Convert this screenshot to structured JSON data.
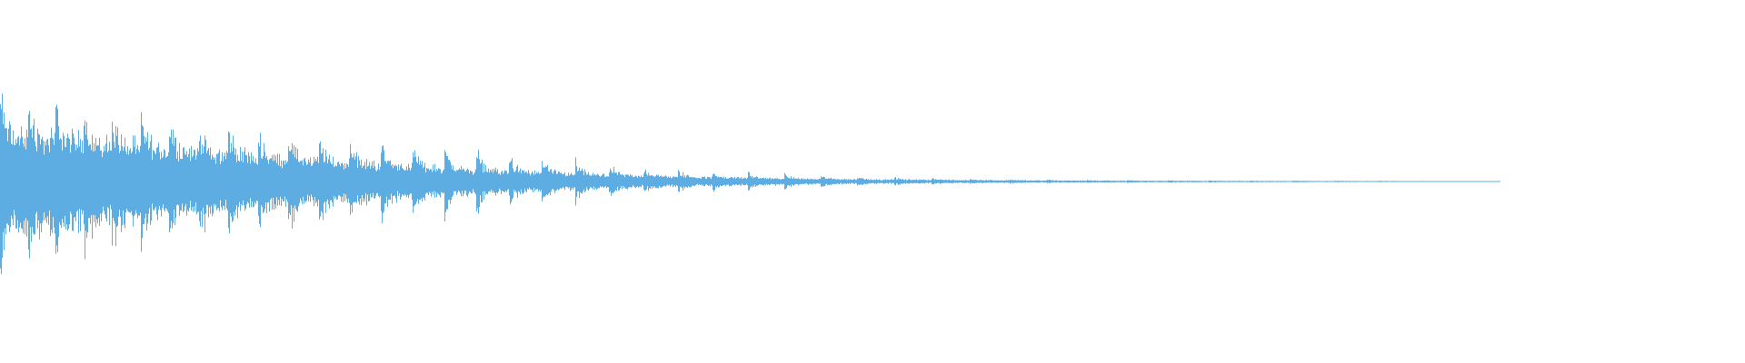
{
  "waveform": {
    "color": "#5DADE2",
    "background": "#ffffff",
    "envelope": [
      {
        "t": 0.0,
        "peak": 1.0,
        "body": 0.45
      },
      {
        "t": 0.05,
        "peak": 0.88,
        "body": 0.4
      },
      {
        "t": 0.1,
        "peak": 0.74,
        "body": 0.3
      },
      {
        "t": 0.15,
        "peak": 0.62,
        "body": 0.24
      },
      {
        "t": 0.2,
        "peak": 0.52,
        "body": 0.18
      },
      {
        "t": 0.25,
        "peak": 0.42,
        "body": 0.13
      },
      {
        "t": 0.3,
        "peak": 0.3,
        "body": 0.09
      },
      {
        "t": 0.35,
        "peak": 0.2,
        "body": 0.06
      },
      {
        "t": 0.4,
        "peak": 0.12,
        "body": 0.04
      },
      {
        "t": 0.45,
        "peak": 0.08,
        "body": 0.03
      },
      {
        "t": 0.5,
        "peak": 0.05,
        "body": 0.02
      },
      {
        "t": 0.55,
        "peak": 0.03,
        "body": 0.015
      },
      {
        "t": 0.6,
        "peak": 0.02,
        "body": 0.01
      },
      {
        "t": 0.7,
        "peak": 0.012,
        "body": 0.006
      },
      {
        "t": 0.8,
        "peak": 0.007,
        "body": 0.004
      },
      {
        "t": 0.85,
        "peak": 0.004,
        "body": 0.002
      },
      {
        "t": 0.86,
        "peak": 0.0,
        "body": 0.0
      },
      {
        "t": 1.0,
        "peak": 0.0,
        "body": 0.0
      }
    ]
  }
}
